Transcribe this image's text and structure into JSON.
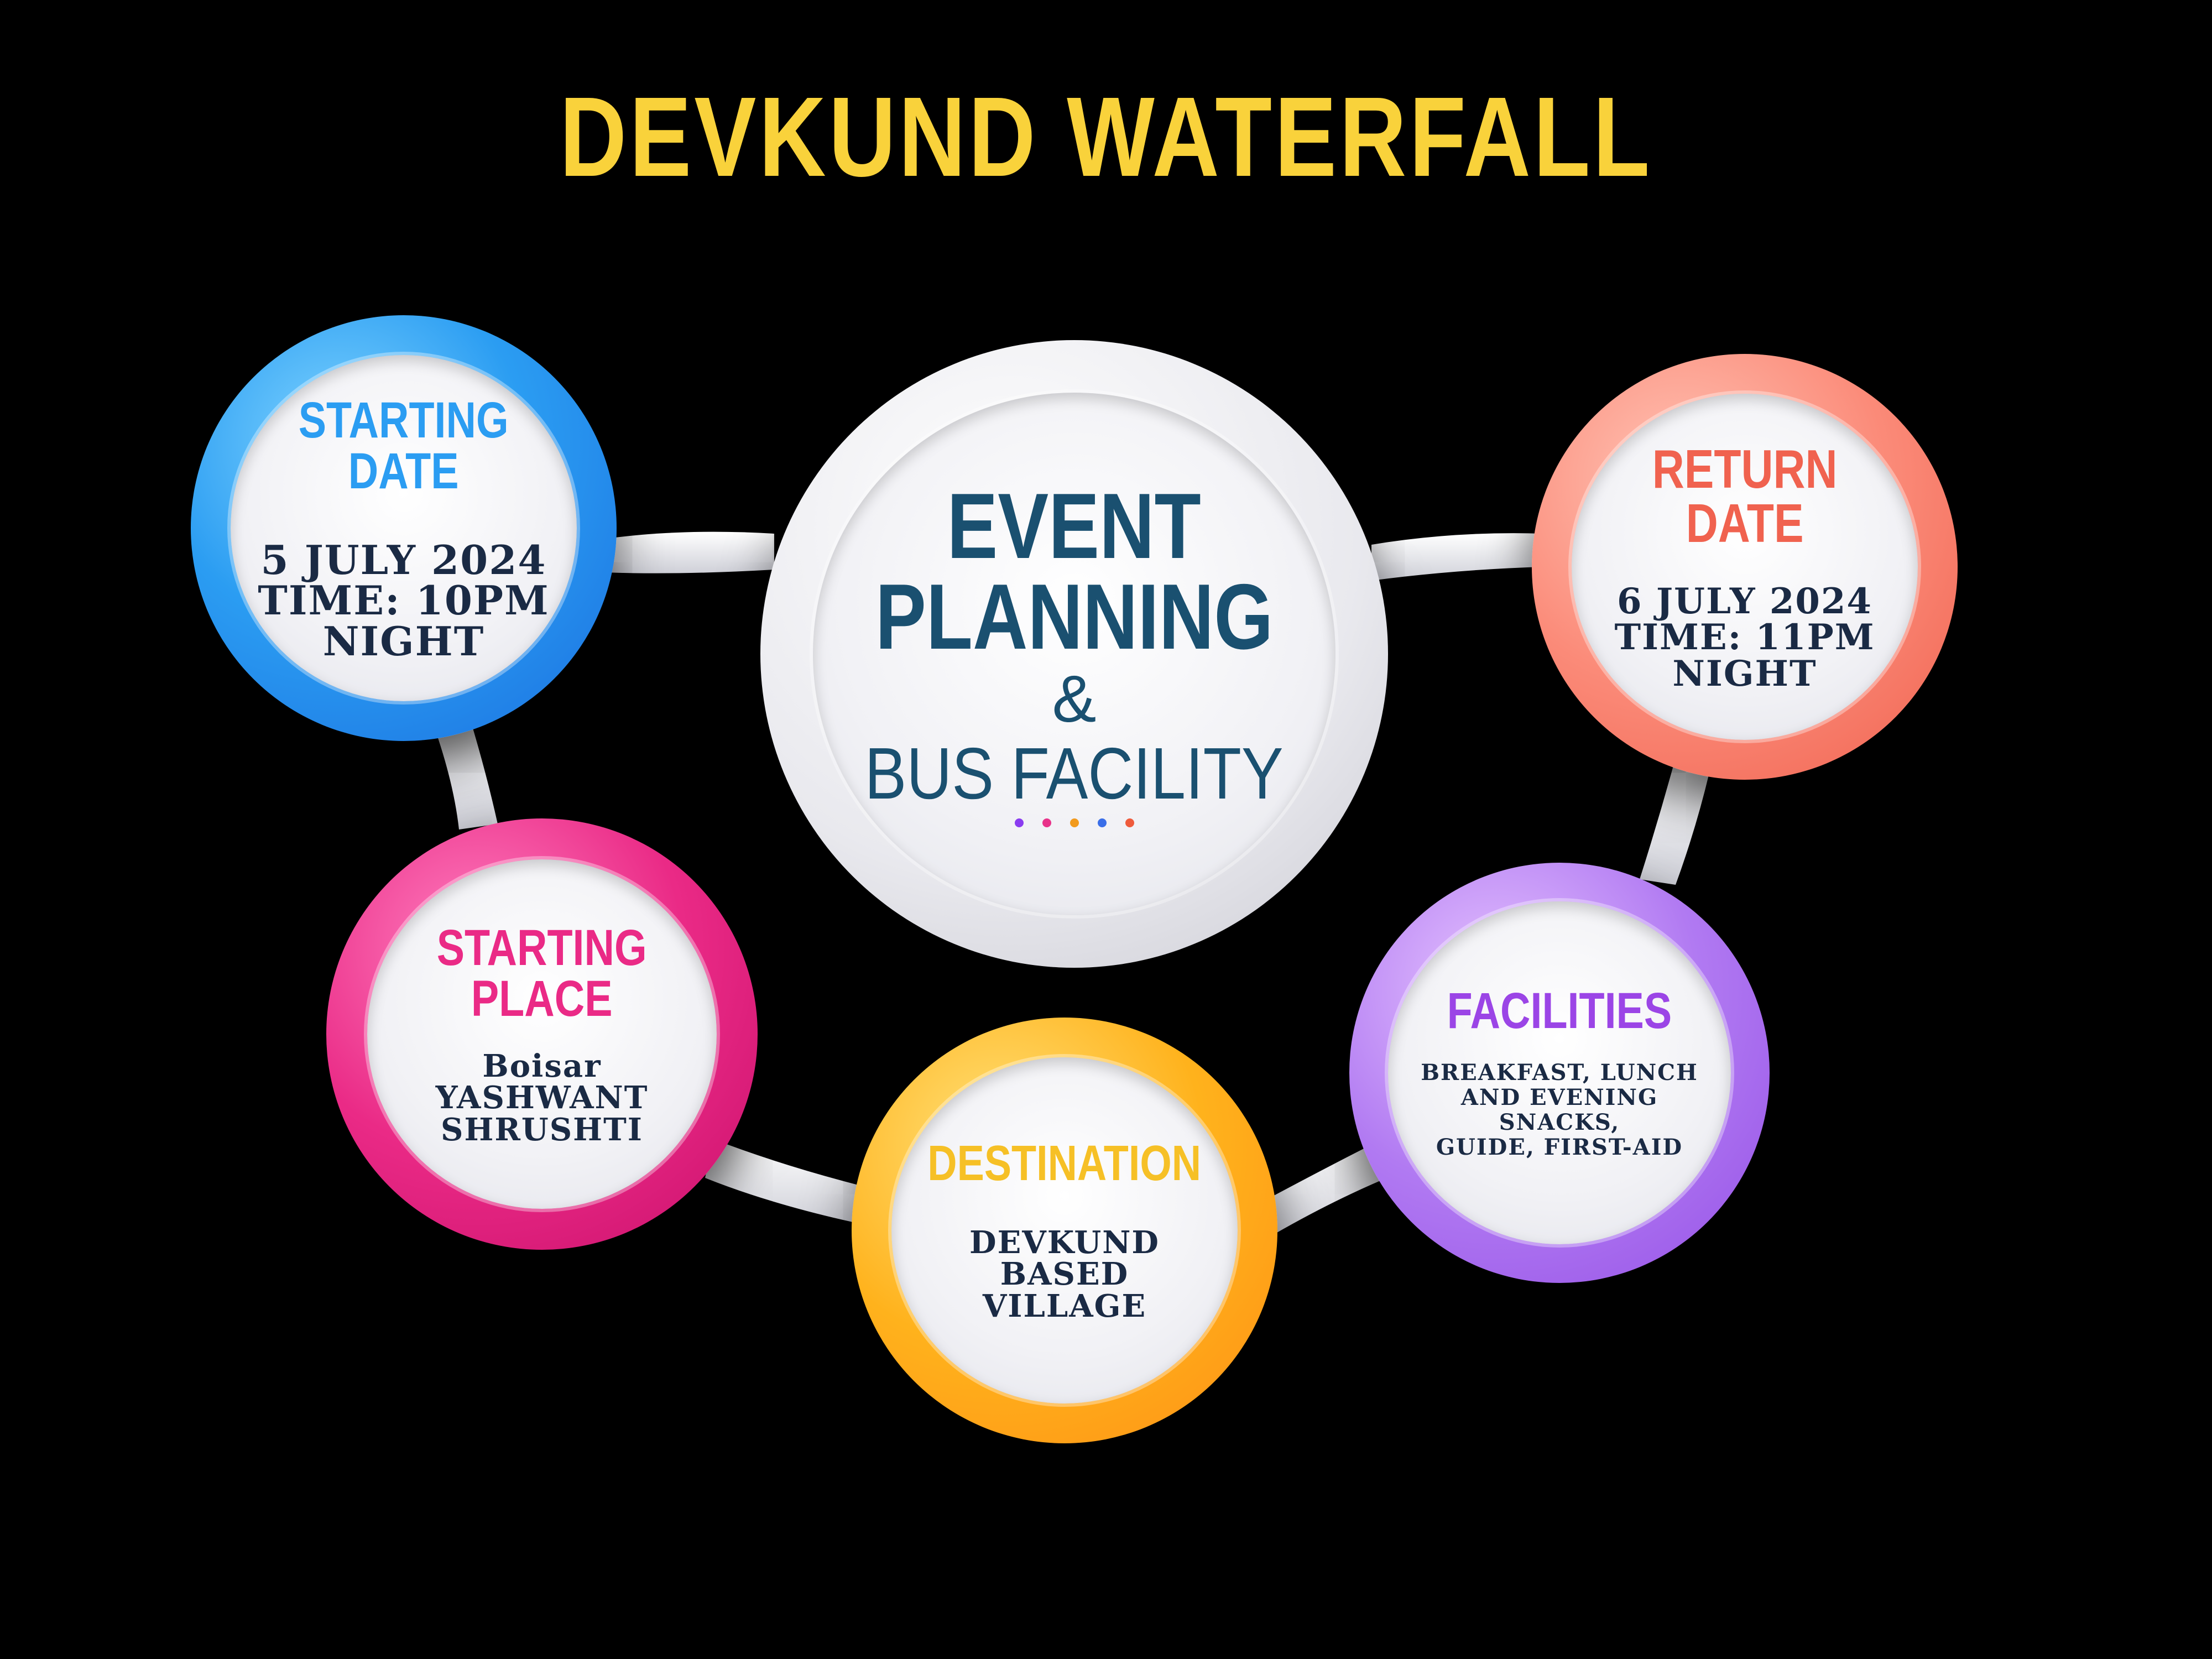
{
  "title": "DEVKUND WATERFALL",
  "colors": {
    "background": "#000000",
    "title": "#f9d23b",
    "center_text": "#1a5070",
    "body_text": "#1a2a44",
    "starting_date": "#2b9df2",
    "return_date": "#f0624f",
    "starting_place": "#ea2a86",
    "destination": "#f6c026",
    "facilities": "#9b45e6"
  },
  "center": {
    "line1": "EVENT",
    "line2": "PLANNING",
    "ampersand": "&",
    "subtitle": "BUS FACILITY",
    "dot_colors": [
      "#8a3cf0",
      "#e8328a",
      "#f29a1d",
      "#3a6ee8",
      "#ef5b3c"
    ]
  },
  "nodes": {
    "starting_date": {
      "heading": [
        "STARTING",
        "DATE"
      ],
      "body": [
        "5 JULY 2024",
        "TIME: 10PM",
        "NIGHT"
      ]
    },
    "return_date": {
      "heading": [
        "RETURN",
        "DATE"
      ],
      "body": [
        "6 JULY 2024",
        "TIME: 11PM",
        "NIGHT"
      ]
    },
    "starting_place": {
      "heading": [
        "STARTING",
        "PLACE"
      ],
      "body": [
        "Boisar",
        "YASHWANT",
        "SHRUSHTI"
      ]
    },
    "destination": {
      "heading": [
        "DESTINATION"
      ],
      "body": [
        "DEVKUND",
        "BASED",
        "VILLAGE"
      ]
    },
    "facilities": {
      "heading": [
        "FACILITIES"
      ],
      "body": [
        "BREAKFAST, LUNCH",
        "AND EVENING",
        "SNACKS,",
        "GUIDE, FIRST-AID"
      ]
    }
  }
}
